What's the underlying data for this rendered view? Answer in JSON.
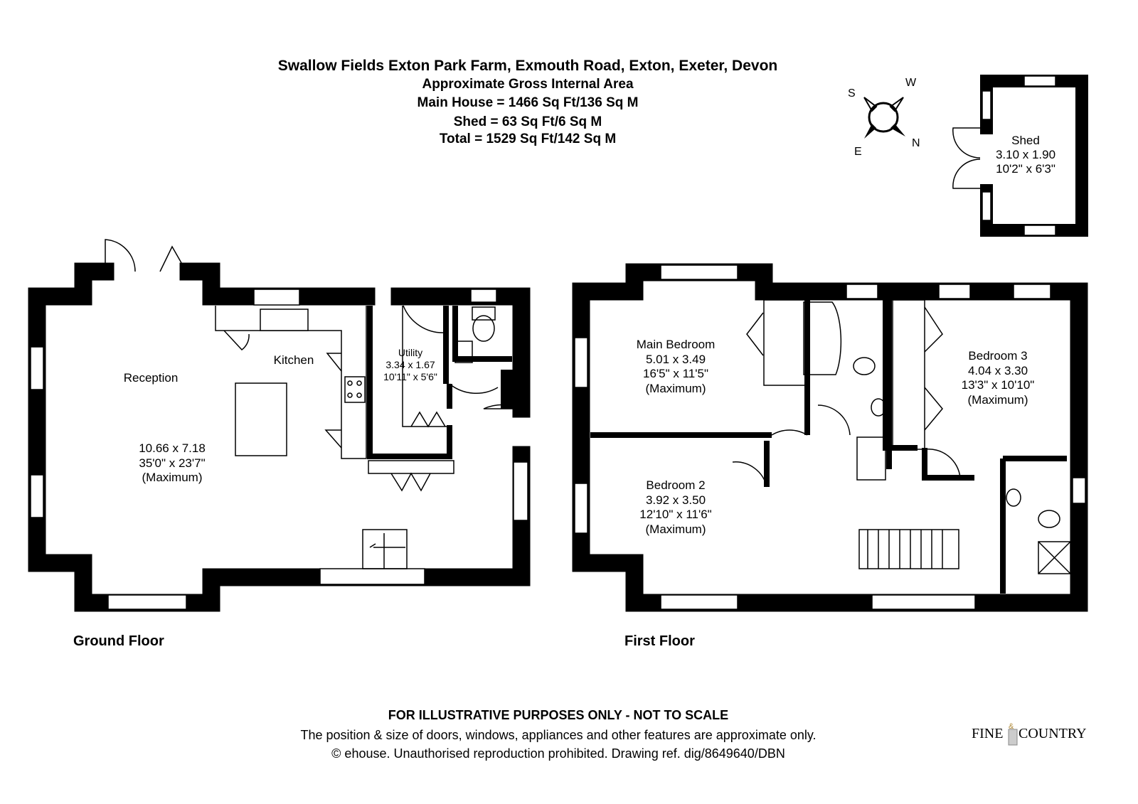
{
  "header": {
    "address": "Swallow Fields Exton Park Farm, Exmouth Road, Exton, Exeter, Devon",
    "subtitle": "Approximate Gross Internal Area",
    "main_house": "Main House = 1466 Sq Ft/136 Sq M",
    "shed": "Shed = 63 Sq Ft/6 Sq M",
    "total": "Total = 1529 Sq Ft/142 Sq M"
  },
  "compass": {
    "s": "S",
    "w": "W",
    "e": "E",
    "n": "N"
  },
  "shed": {
    "name": "Shed",
    "metric": "3.10 x 1.90",
    "imperial": "10'2\" x 6'3\""
  },
  "ground_floor": {
    "label": "Ground Floor",
    "reception": {
      "name": "Reception",
      "metric": "10.66 x 7.18",
      "imperial": "35'0\" x 23'7\"",
      "note": "(Maximum)"
    },
    "kitchen": {
      "name": "Kitchen"
    },
    "utility": {
      "name": "Utility",
      "metric": "3.34 x 1.67",
      "imperial": "10'11\" x 5'6\""
    }
  },
  "first_floor": {
    "label": "First Floor",
    "main_bedroom": {
      "name": "Main Bedroom",
      "metric": "5.01 x 3.49",
      "imperial": "16'5\" x 11'5\"",
      "note": "(Maximum)"
    },
    "bedroom2": {
      "name": "Bedroom 2",
      "metric": "3.92 x 3.50",
      "imperial": "12'10\" x 11'6\"",
      "note": "(Maximum)"
    },
    "bedroom3": {
      "name": "Bedroom 3",
      "metric": "4.04 x 3.30",
      "imperial": "13'3\" x 10'10\"",
      "note": "(Maximum)"
    }
  },
  "footer": {
    "line1": "FOR ILLUSTRATIVE PURPOSES ONLY - NOT TO SCALE",
    "line2": "The position & size of doors, windows, appliances and other features are approximate only.",
    "line3": "© ehouse. Unauthorised reproduction prohibited. Drawing ref. dig/8649640/DBN"
  },
  "logo": {
    "text_left": "FINE",
    "amp": "&",
    "text_right": "COUNTRY"
  }
}
